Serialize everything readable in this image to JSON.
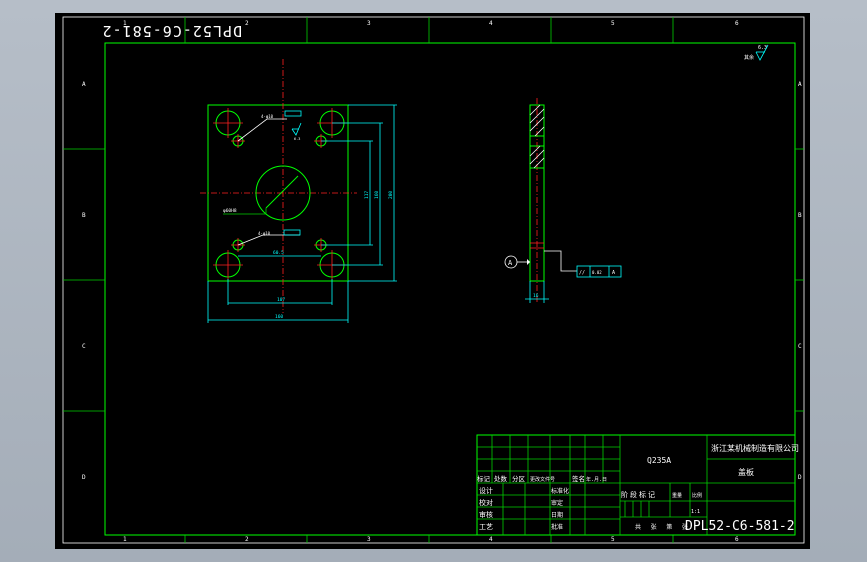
{
  "drawing_number": "DPL52-C6-581-2",
  "material": "Q235A",
  "company": "浙江某机械制造有限公司",
  "part_name": "盖板",
  "scale": "1:1",
  "surface_finish": {
    "label": "其余",
    "value": "6.3"
  },
  "zone_letters": [
    "A",
    "B",
    "C",
    "D"
  ],
  "column_numbers": [
    "1",
    "2",
    "3",
    "4",
    "5",
    "6"
  ],
  "dims": {
    "width": "160",
    "hole_spacing_x": "107",
    "height": "200",
    "hole_spacing_y_outer": "160",
    "hole_spacing_y_inner": "117",
    "thickness": "16",
    "center_bore": "φ60H8",
    "small_holes": "4-φ10",
    "ref_bottom": "60.5",
    "datum": "A",
    "tolerance_symbol": "//",
    "tolerance_value": "0.02",
    "tolerance_datum": "A"
  },
  "title_block": {
    "row_labels": [
      "标记",
      "处数",
      "分区",
      "更改文件号",
      "签名",
      "年.月.日"
    ],
    "left_labels": [
      "设计",
      "校对",
      "审核",
      "工艺"
    ],
    "mid_labels": [
      "标准化",
      "审定",
      "日期",
      "批准"
    ],
    "stage_labels": [
      "阶段标记",
      "重量",
      "比例"
    ],
    "sheet_label": "共 张 第 张"
  }
}
